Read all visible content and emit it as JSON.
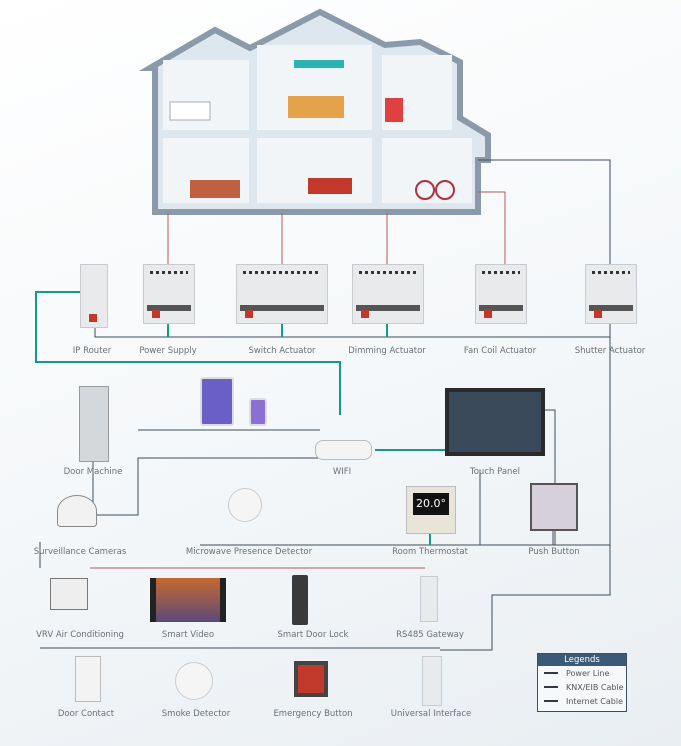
{
  "devices_row1": [
    "IP Router",
    "Power Supply",
    "Switch Actuator",
    "Dimming Actuator",
    "Fan Coil Actuator",
    "Shutter Actuator"
  ],
  "middle": {
    "door_machine": "Door Machine",
    "wifi": "WIFI",
    "touch_panel": "Touch Panel"
  },
  "row3": {
    "camera": "Surveillance Cameras",
    "microwave": "Microwave Presence Detector",
    "thermostat": "Room Thermostat",
    "thermostat_display": "20.0°",
    "push_button": "Push Button"
  },
  "row4": [
    "VRV Air Conditioning",
    "Smart Video",
    "Smart Door Lock",
    "RS485 Gateway"
  ],
  "row5": [
    "Door Contact",
    "Smoke Detector",
    "Emergency Button",
    "Universal Interface"
  ],
  "legend": {
    "title": "Legends",
    "items": [
      "Power Line",
      "KNX/EIB Cable",
      "Internet Cable"
    ]
  },
  "colors": {
    "power": "#b9585c",
    "knx": "#17998a",
    "net": "#3f4d5a",
    "house": "#8a9aab"
  }
}
